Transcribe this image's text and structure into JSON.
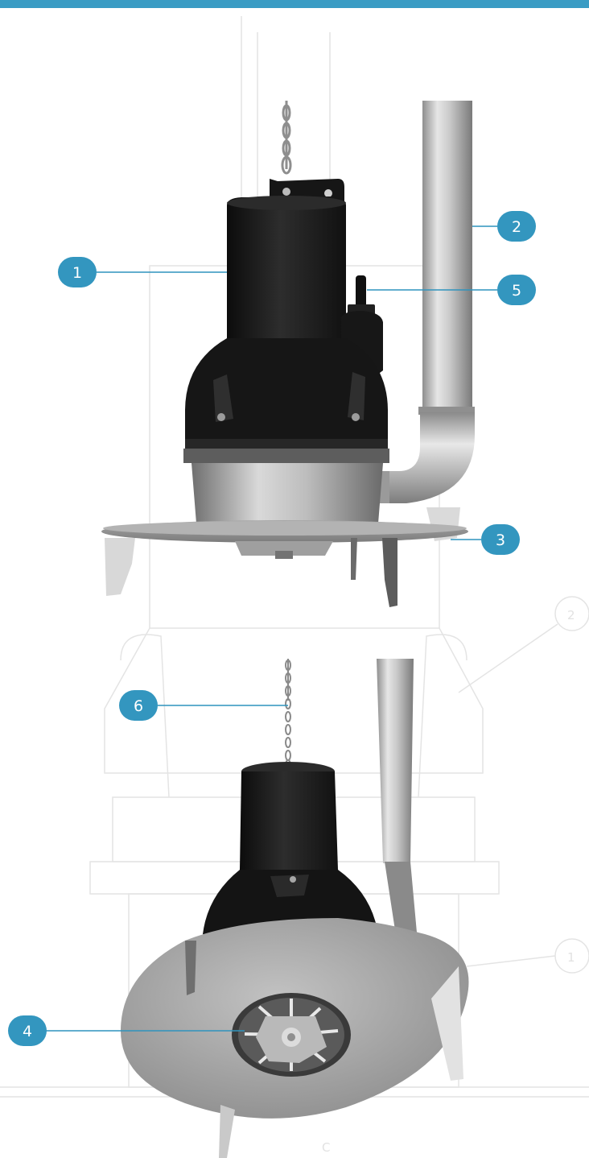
{
  "colors": {
    "accent": "#3396bf",
    "leader": "#2f93bd",
    "pump_body": "#1c1c1c",
    "steel": "#b5b5b5",
    "blueprint": "#e2e2e2"
  },
  "top_bar": {
    "color": "#3a9cc4"
  },
  "callouts": [
    {
      "id": "1",
      "label": "1",
      "part": "motor housing"
    },
    {
      "id": "2",
      "label": "2",
      "part": "discharge pipe"
    },
    {
      "id": "3",
      "label": "3",
      "part": "base plate"
    },
    {
      "id": "4",
      "label": "4",
      "part": "impeller"
    },
    {
      "id": "5",
      "label": "5",
      "part": "cable gland"
    },
    {
      "id": "6",
      "label": "6",
      "part": "lifting chain"
    }
  ],
  "background_sketch_labels": {
    "a": "2",
    "b": "1",
    "c": "C"
  }
}
